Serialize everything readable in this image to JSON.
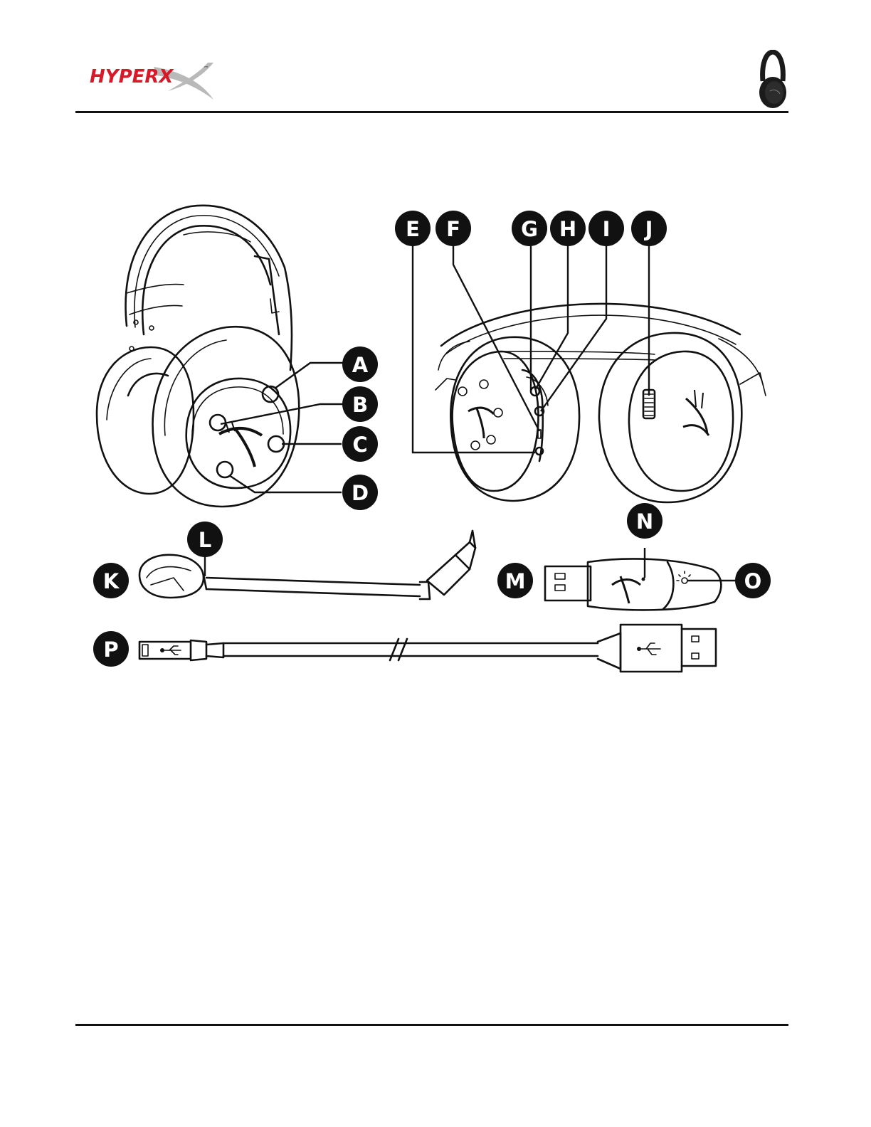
{
  "brand": {
    "logo_text": "HYPERX",
    "trademark": "™",
    "logo_color": "#d71a2a",
    "swoosh_color": "#b9b9b9"
  },
  "callouts": {
    "a": "A",
    "b": "B",
    "c": "C",
    "d": "D",
    "e": "E",
    "f": "F",
    "g": "G",
    "h": "H",
    "i": "I",
    "j": "J",
    "k": "K",
    "l": "L",
    "m": "M",
    "n": "N",
    "o": "O",
    "p": "P"
  },
  "colors": {
    "badge": "#111111",
    "line": "#111111"
  },
  "icons": [
    "headset-thumbnail-icon",
    "usb-icon",
    "power-icon",
    "led-icon"
  ]
}
